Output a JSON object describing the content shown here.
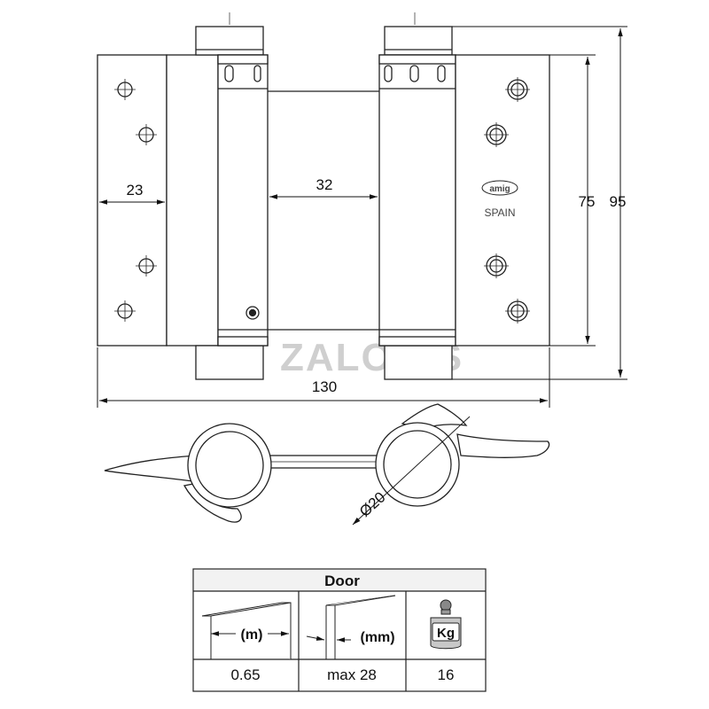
{
  "dimensions": {
    "leaf_width": "23",
    "gap": "32",
    "height_inner": "75",
    "height_outer": "95",
    "overall_width": "130",
    "pin_diameter": "Ø20"
  },
  "brand": {
    "logo_text": "amig",
    "origin": "SPAIN"
  },
  "watermark": "ZALONIS",
  "table": {
    "header": "Door",
    "columns": [
      {
        "unit": "(m)",
        "value": "0.65"
      },
      {
        "unit": "(mm)",
        "value": "max 28"
      },
      {
        "unit": "Kg",
        "value": "16"
      }
    ]
  },
  "colors": {
    "line": "#222222",
    "fill": "#ffffff",
    "table_header_bg": "#f2f2f2",
    "watermark": "#cfcfcf"
  }
}
